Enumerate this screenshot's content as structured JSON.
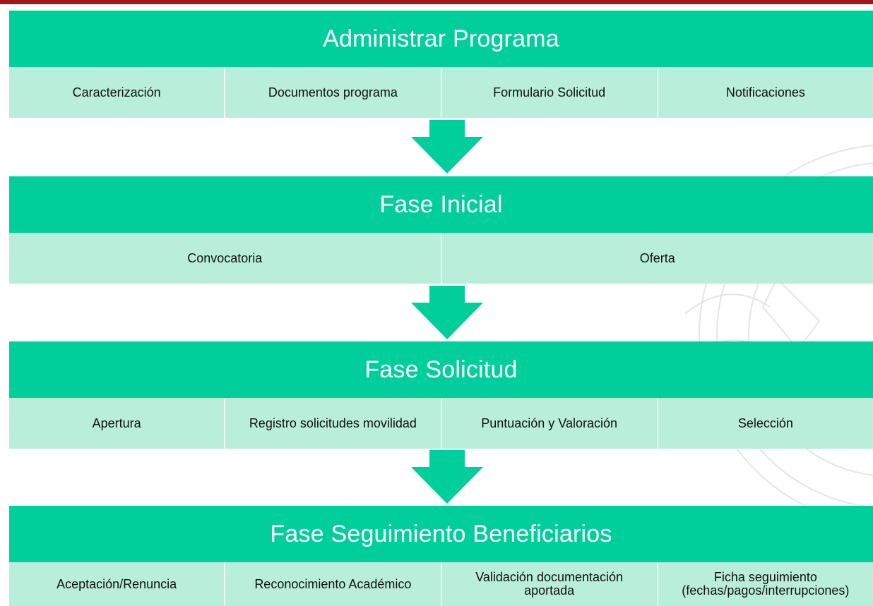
{
  "colors": {
    "header": "#00cf9c",
    "cell": "#b9eedb",
    "arrow": "#00cf9c",
    "top_bar": "#a3141b"
  },
  "sections": [
    {
      "title": "Administrar Programa",
      "items": [
        "Caracterización",
        "Documentos programa",
        "Formulario Solicitud",
        "Notificaciones"
      ]
    },
    {
      "title": "Fase Inicial",
      "items": [
        "Convocatoria",
        "Oferta"
      ]
    },
    {
      "title": "Fase Solicitud",
      "items": [
        "Apertura",
        "Registro solicitudes movilidad",
        "Puntuación y Valoración",
        "Selección"
      ]
    },
    {
      "title": "Fase Seguimiento Beneficiarios",
      "items": [
        "Aceptación/Renuncia",
        "Reconocimiento Académico",
        "Validación documentación\naportada",
        "Ficha seguimiento\n(fechas/pagos/interrupciones)"
      ]
    }
  ],
  "arrow_icon": "down-arrow-icon",
  "watermark_icon": "university-seal-icon"
}
